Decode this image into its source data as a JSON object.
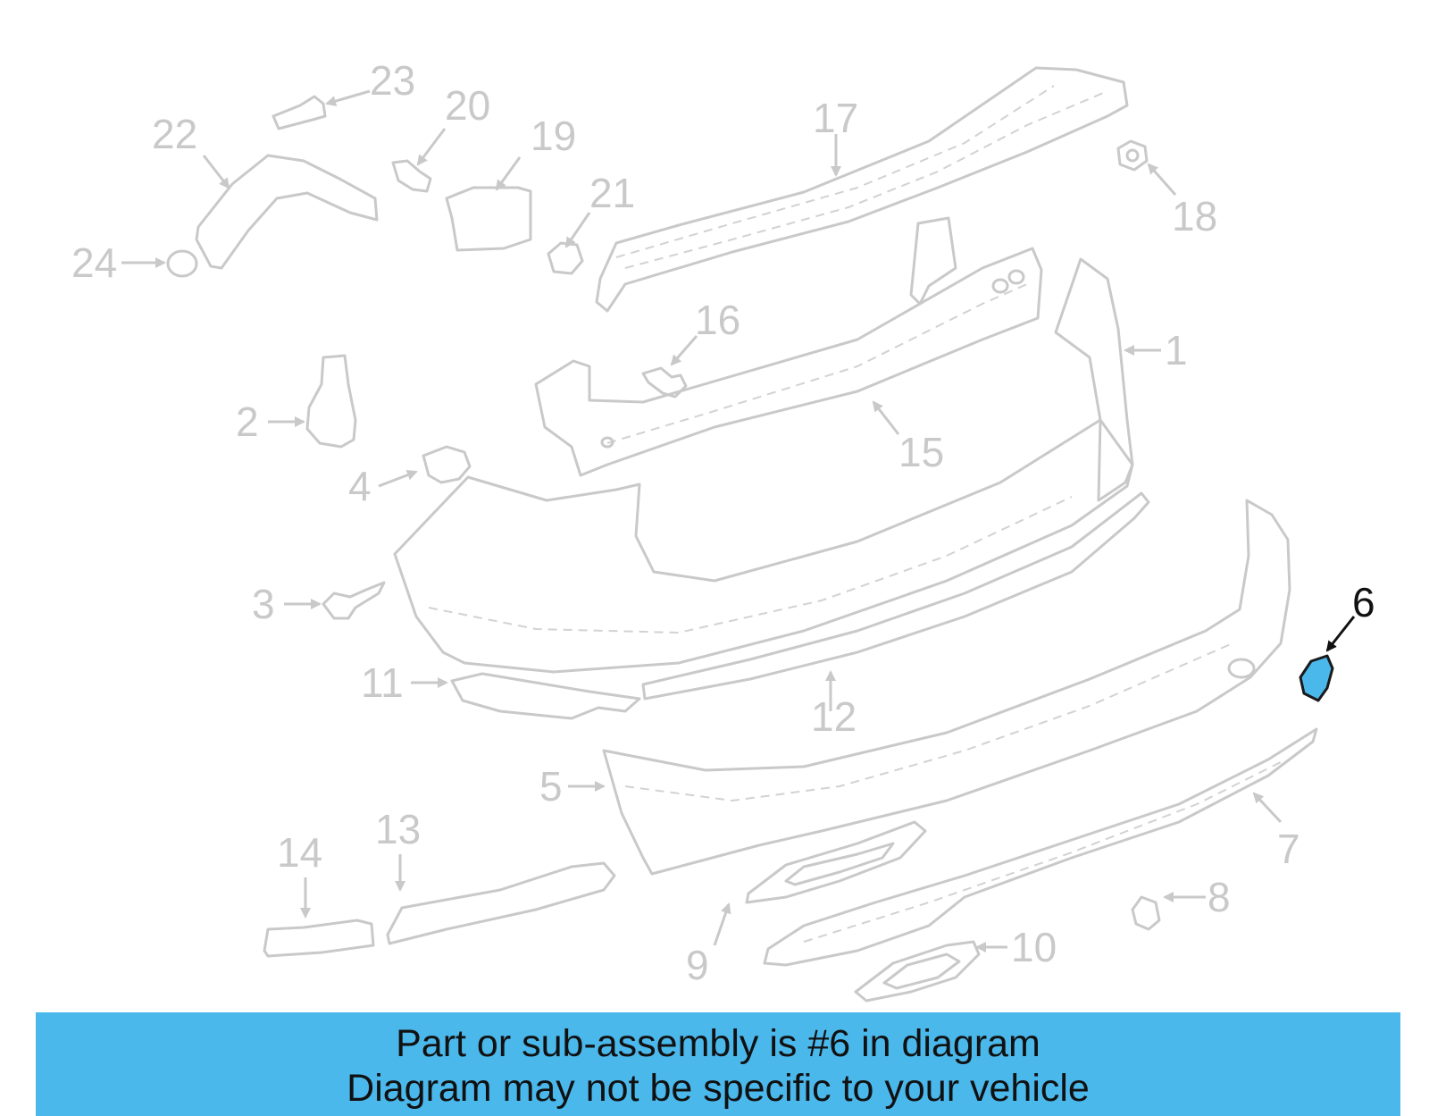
{
  "diagram": {
    "callouts": [
      "1",
      "2",
      "3",
      "4",
      "5",
      "6",
      "7",
      "8",
      "9",
      "10",
      "11",
      "12",
      "13",
      "14",
      "15",
      "16",
      "17",
      "18",
      "19",
      "20",
      "21",
      "22",
      "23",
      "24"
    ],
    "highlighted_part": "6",
    "highlight_color": "#4bb8ec",
    "inactive_color": "#c9c9c9"
  },
  "banner": {
    "line1": "Part or sub-assembly is #6 in diagram",
    "line2": "Diagram may not be specific to your vehicle",
    "background": "#4bb8ec"
  }
}
